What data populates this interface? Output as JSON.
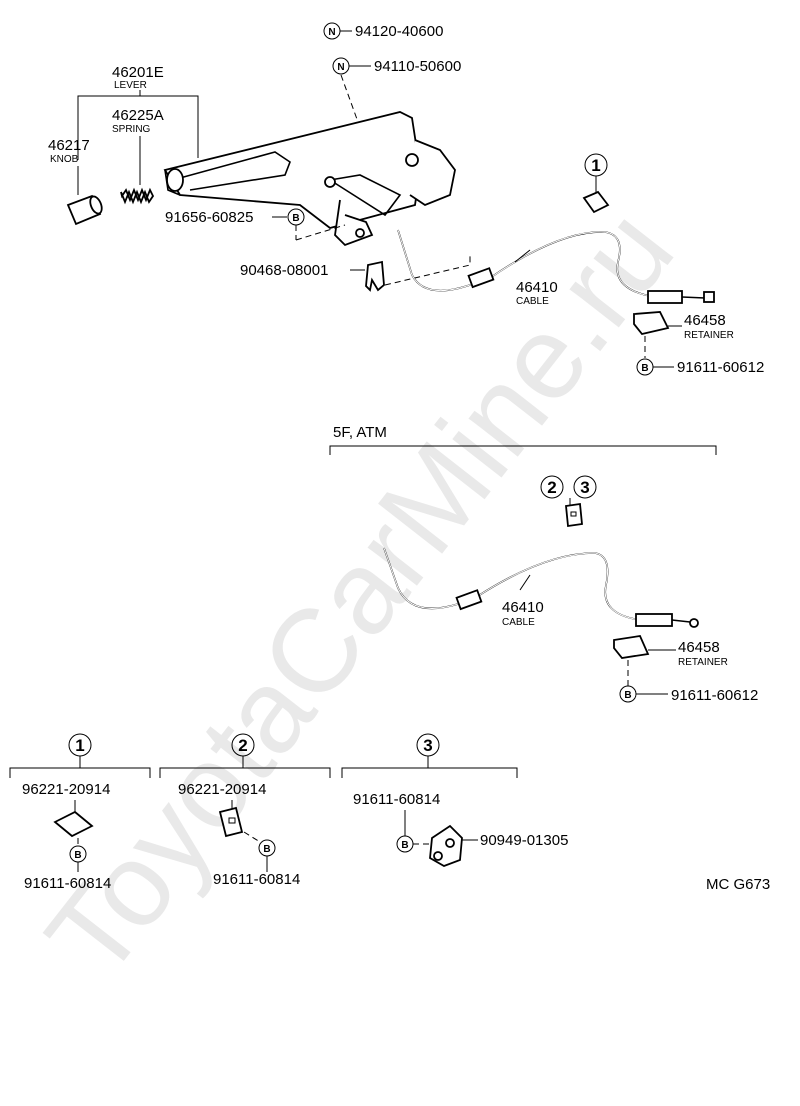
{
  "watermark": "ToyotaCarMine.ru",
  "diagram_code": "MC G673",
  "section_label": "5F, ATM",
  "markers": {
    "n": "N",
    "b": "B"
  },
  "callouts": {
    "c1": "1",
    "c2": "2",
    "c3": "3"
  },
  "top": {
    "n1": "94120-40600",
    "n2": "94110-50600",
    "lever_no": "46201E",
    "lever_desc": "LEVER",
    "spring_no": "46225A",
    "spring_desc": "SPRING",
    "knob_no": "46217",
    "knob_desc": "KNOB",
    "bolt1": "91656-60825",
    "clip1": "90468-08001",
    "cable_no": "46410",
    "cable_desc": "CABLE",
    "retainer_no": "46458",
    "retainer_desc": "RETAINER",
    "bolt2": "91611-60612"
  },
  "middle": {
    "cable_no": "46410",
    "cable_desc": "CABLE",
    "retainer_no": "46458",
    "retainer_desc": "RETAINER",
    "bolt": "91611-60612"
  },
  "details": {
    "d1_part": "96221-20914",
    "d1_bolt": "91611-60814",
    "d2_part": "96221-20914",
    "d2_bolt": "91611-60814",
    "d3_bolt": "91611-60814",
    "d3_part": "90949-01305"
  }
}
